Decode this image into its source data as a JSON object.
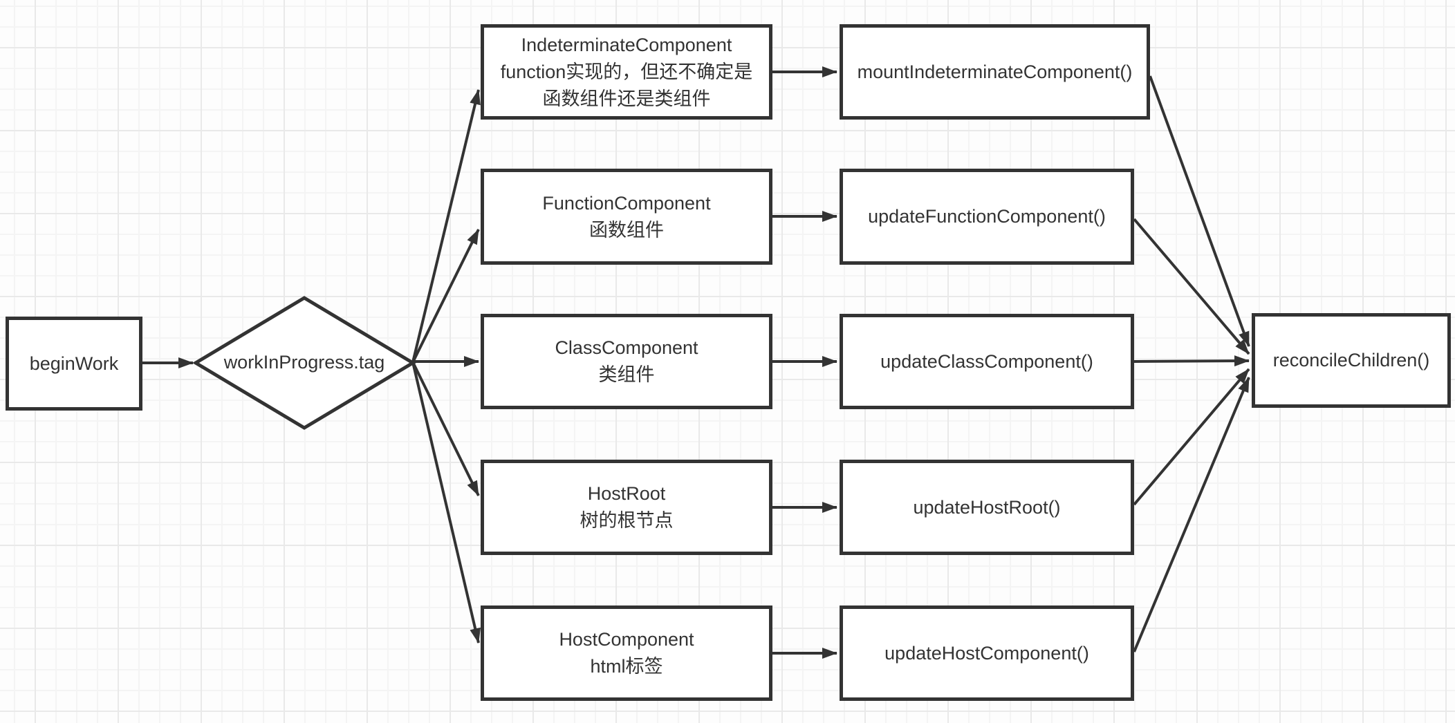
{
  "nodes": {
    "start": "beginWork",
    "decision": "workInProgress.tag",
    "end": "reconcileChildren()"
  },
  "branches": [
    {
      "type_lines": [
        "IndeterminateComponent",
        "function实现的，但还不确定是",
        "函数组件还是类组件"
      ],
      "handler": "mountIndeterminateComponent()"
    },
    {
      "type_lines": [
        "FunctionComponent",
        "函数组件"
      ],
      "handler": "updateFunctionComponent()"
    },
    {
      "type_lines": [
        "ClassComponent",
        "类组件"
      ],
      "handler": "updateClassComponent()"
    },
    {
      "type_lines": [
        "HostRoot",
        "树的根节点"
      ],
      "handler": "updateHostRoot()"
    },
    {
      "type_lines": [
        "HostComponent",
        "html标签"
      ],
      "handler": "updateHostComponent()"
    }
  ],
  "edges": [
    {
      "from": "beginWork",
      "to": "workInProgress.tag"
    },
    {
      "from": "workInProgress.tag",
      "to": "IndeterminateComponent"
    },
    {
      "from": "workInProgress.tag",
      "to": "FunctionComponent"
    },
    {
      "from": "workInProgress.tag",
      "to": "ClassComponent"
    },
    {
      "from": "workInProgress.tag",
      "to": "HostRoot"
    },
    {
      "from": "workInProgress.tag",
      "to": "HostComponent"
    },
    {
      "from": "IndeterminateComponent",
      "to": "mountIndeterminateComponent()"
    },
    {
      "from": "FunctionComponent",
      "to": "updateFunctionComponent()"
    },
    {
      "from": "ClassComponent",
      "to": "updateClassComponent()"
    },
    {
      "from": "HostRoot",
      "to": "updateHostRoot()"
    },
    {
      "from": "HostComponent",
      "to": "updateHostComponent()"
    },
    {
      "from": "mountIndeterminateComponent()",
      "to": "reconcileChildren()"
    },
    {
      "from": "updateFunctionComponent()",
      "to": "reconcileChildren()"
    },
    {
      "from": "updateClassComponent()",
      "to": "reconcileChildren()"
    },
    {
      "from": "updateHostRoot()",
      "to": "reconcileChildren()"
    },
    {
      "from": "updateHostComponent()",
      "to": "reconcileChildren()"
    }
  ],
  "colors": {
    "stroke": "#333333",
    "text": "#333333",
    "node_fill": "#ffffff",
    "background": "#fdfdfd",
    "grid_minor": "#f4f4f4",
    "grid_major": "#e9e9e9"
  }
}
